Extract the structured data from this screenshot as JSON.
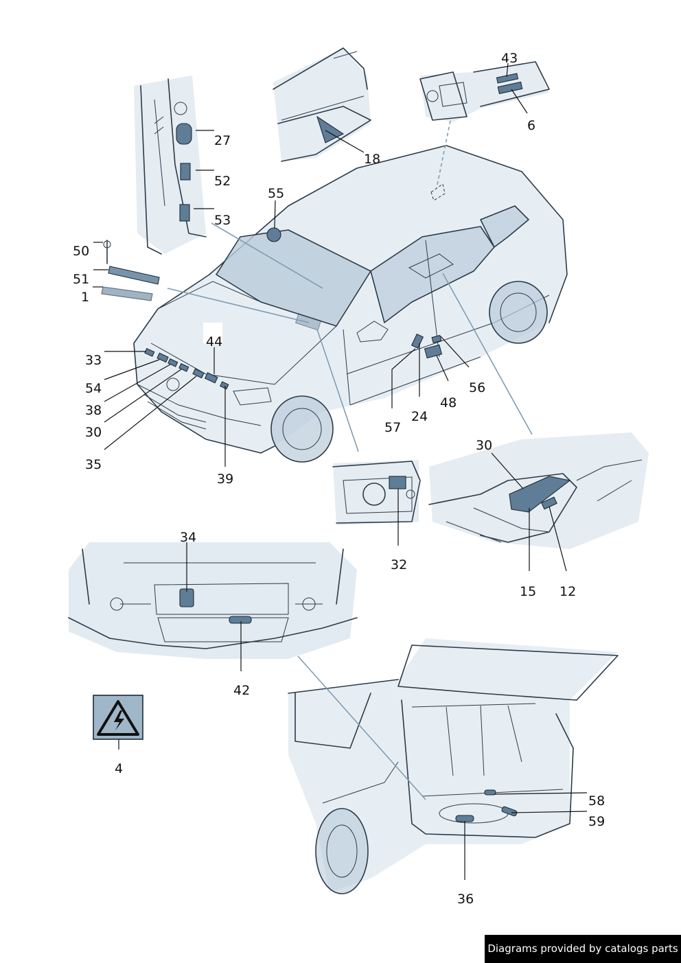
{
  "callouts": {
    "c43": "43",
    "c6": "6",
    "c18": "18",
    "c27": "27",
    "c52": "52",
    "c53": "53",
    "c55": "55",
    "c50": "50",
    "c51": "51",
    "c1": "1",
    "c44": "44",
    "c33": "33",
    "c54": "54",
    "c38": "38",
    "c30a": "30",
    "c35": "35",
    "c39": "39",
    "c57": "57",
    "c24": "24",
    "c48": "48",
    "c56": "56",
    "c30b": "30",
    "c32": "32",
    "c15": "15",
    "c12": "12",
    "c34": "34",
    "c42": "42",
    "c4": "4",
    "c58": "58",
    "c59": "59",
    "c36": "36"
  },
  "warning_symbol": "high-voltage-warning-icon",
  "credit": "Diagrams provided by catalogs parts",
  "colors": {
    "shade": "#d3e0ea",
    "label": "#7894ab",
    "outline": "#2b3a48",
    "guide": "#7f9db4"
  }
}
